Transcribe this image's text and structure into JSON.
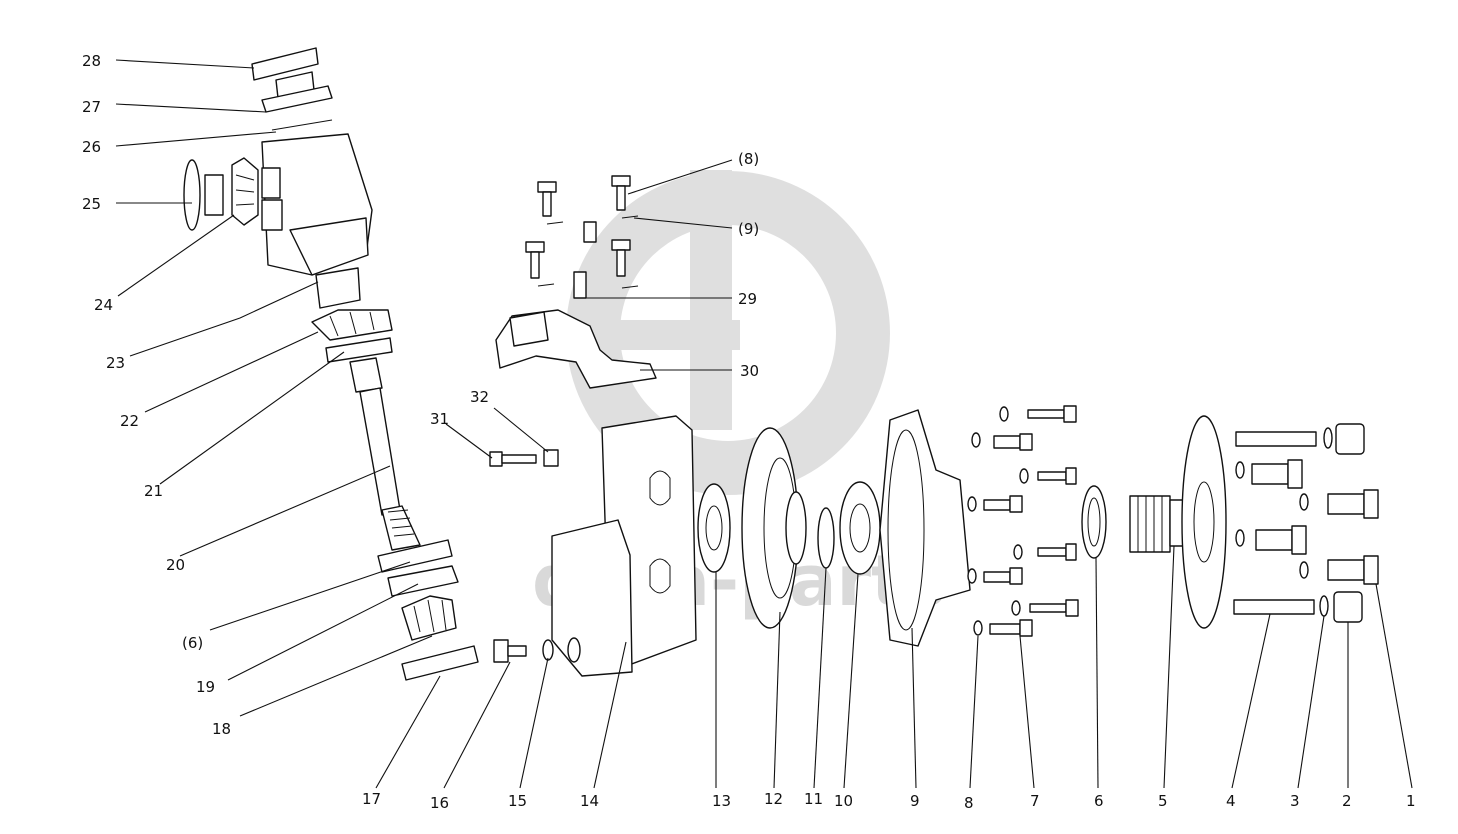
{
  "watermark": {
    "text": "data-parts",
    "color": "#d9d9d9"
  },
  "labels": {
    "l1": "1",
    "l2": "2",
    "l3": "3",
    "l4": "4",
    "l5": "5",
    "l6": "6",
    "l7": "7",
    "l8": "8",
    "l9": "9",
    "l10": "10",
    "l11": "11",
    "l12": "12",
    "l13": "13",
    "l14": "14",
    "l15": "15",
    "l16": "16",
    "l17": "17",
    "l18": "18",
    "l19": "19",
    "l20": "20",
    "l21": "21",
    "l22": "22",
    "l23": "23",
    "l24": "24",
    "l25": "25",
    "l26": "26",
    "l27": "27",
    "l28": "28",
    "l29": "29",
    "l30": "30",
    "l31": "31",
    "l32": "32",
    "p6": "(6)",
    "p8": "(8)",
    "p9": "(9)"
  },
  "colors": {
    "line": "#111111",
    "background": "#ffffff"
  }
}
